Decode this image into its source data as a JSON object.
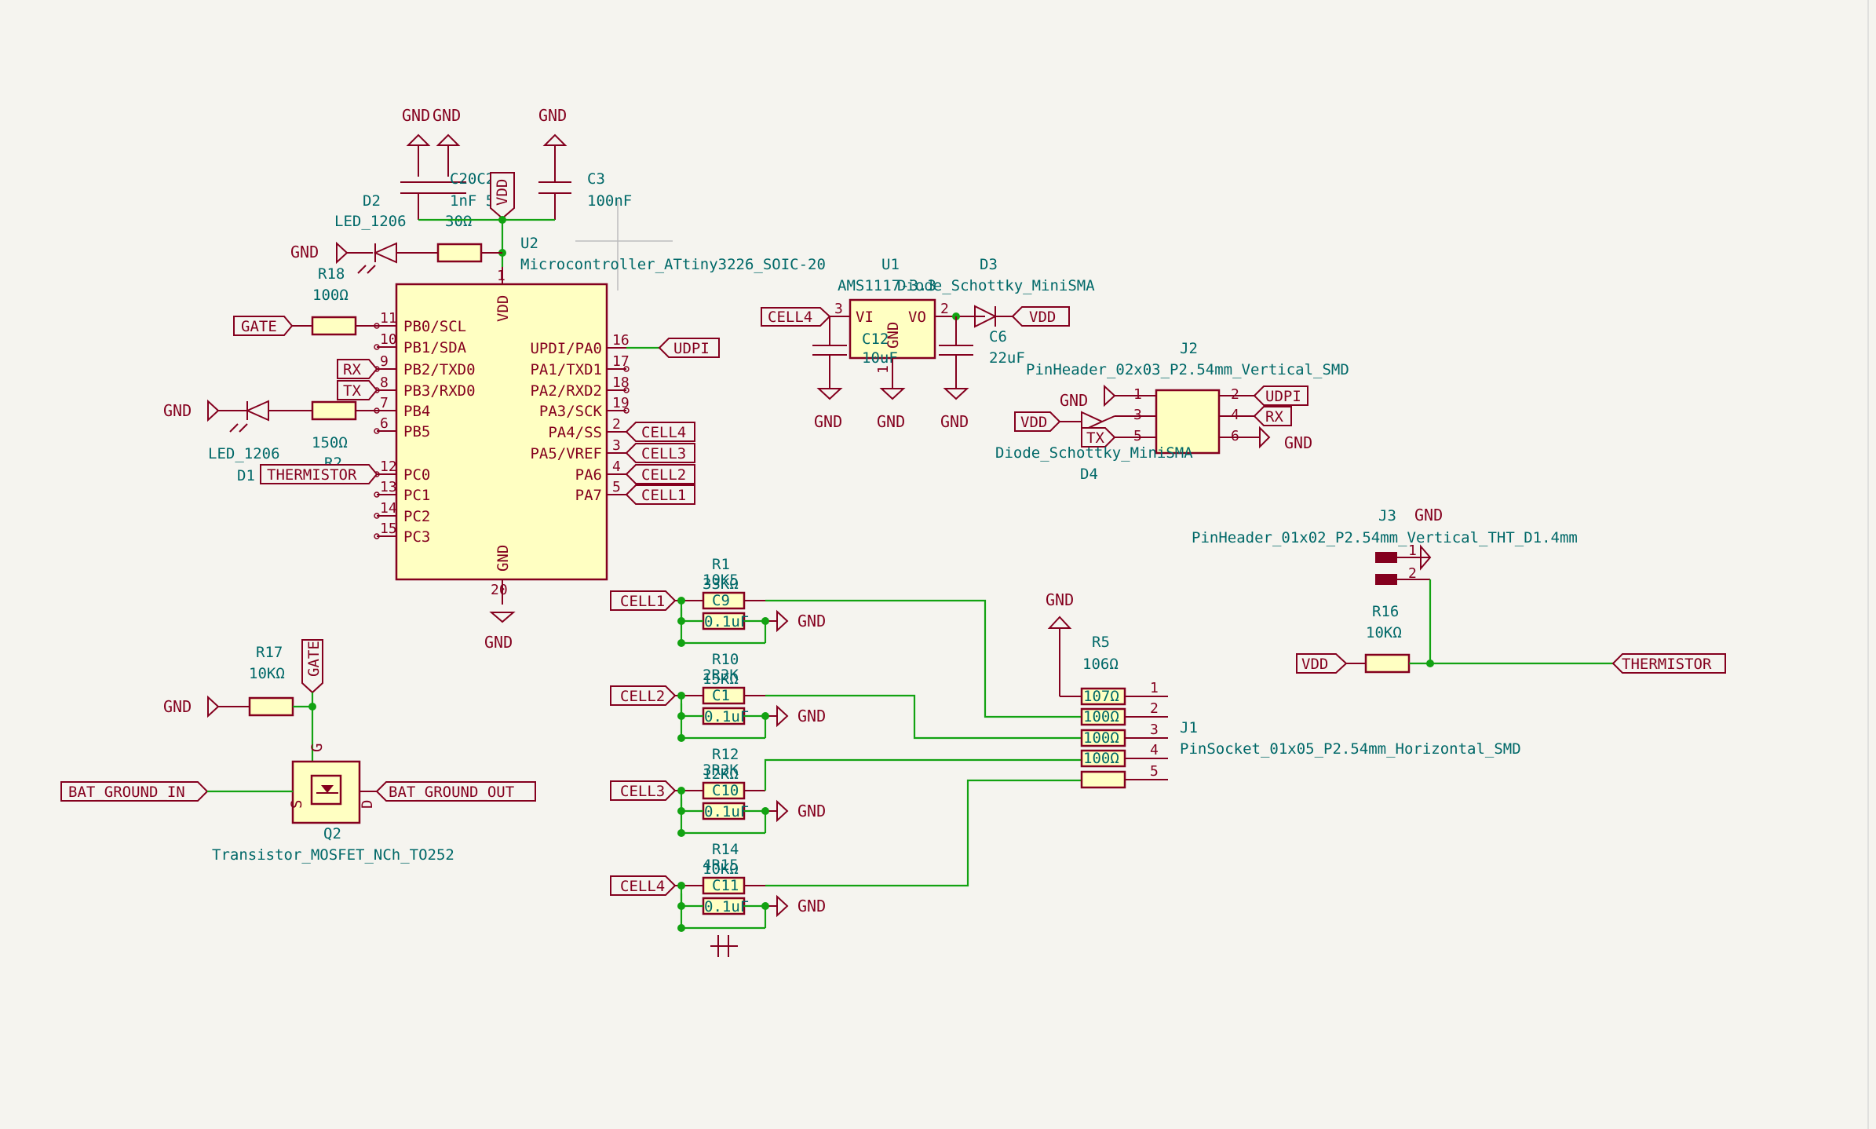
{
  "colors": {
    "background": "#f5f4ef",
    "wire": "#12a212",
    "symbol": "#84001e",
    "body_fill": "#ffffc2",
    "reference_text": "#006868"
  },
  "u2": {
    "ref": "U2",
    "value": "Microcontroller_ATtiny3226_SOIC-20",
    "vdd_label": "VDD",
    "gnd_label": "GND",
    "vdd_pin": "1",
    "gnd_pin": "20",
    "left_pins": [
      {
        "num": "11",
        "name": "PB0/SCL"
      },
      {
        "num": "10",
        "name": "PB1/SDA"
      },
      {
        "num": "9",
        "name": "PB2/TXD0"
      },
      {
        "num": "8",
        "name": "PB3/RXD0"
      },
      {
        "num": "7",
        "name": "PB4"
      },
      {
        "num": "6",
        "name": "PB5"
      },
      {
        "num": "12",
        "name": "PC0"
      },
      {
        "num": "13",
        "name": "PC1"
      },
      {
        "num": "14",
        "name": "PC2"
      },
      {
        "num": "15",
        "name": "PC3"
      }
    ],
    "right_pins": [
      {
        "num": "16",
        "name": "UPDI/PA0"
      },
      {
        "num": "17",
        "name": "PA1/TXD1"
      },
      {
        "num": "18",
        "name": "PA2/RXD2"
      },
      {
        "num": "19",
        "name": "PA3/SCK"
      },
      {
        "num": "2",
        "name": "PA4/SS"
      },
      {
        "num": "3",
        "name": "PA5/VREF"
      },
      {
        "num": "4",
        "name": "PA6"
      },
      {
        "num": "5",
        "name": "PA7"
      }
    ]
  },
  "top": {
    "gnd1": "GND",
    "gnd2": "GND",
    "gnd3": "GND",
    "c2_overlap": "C20C2",
    "val_overlap": "1nF 5nF",
    "val_overlap2": "30Ω",
    "c3_ref": "C3",
    "c3_value": "100nF",
    "vdd": "VDD",
    "d2_ref": "D2",
    "d2_value": "LED_1206",
    "gnd_led": "GND",
    "r18_ref": "R18",
    "r18_value": "100Ω"
  },
  "left": {
    "gate": "GATE",
    "rx": "RX",
    "tx": "TX",
    "gnd_led": "GND",
    "d1_value": "LED_1206",
    "r2_value": "150Ω",
    "r2_ref": "R2",
    "d1_ref": "D1",
    "thermistor": "THERMISTOR"
  },
  "udpi_label": "UDPI",
  "cells": [
    "CELL4",
    "CELL3",
    "CELL2",
    "CELL1"
  ],
  "u1": {
    "ref": "U1",
    "value": "AMS1117-3.3",
    "d3_ref": "D3",
    "d3_value": "Diode_Schottky_MiniSMA",
    "vi": "VI",
    "vo": "VO",
    "gnd_pin_name": "GND",
    "pin_vi": "3",
    "pin_vo": "2",
    "pin_gnd": "1",
    "cell4": "CELL4",
    "vdd": "VDD",
    "c12_ref": "C12",
    "c12_value": "10uF",
    "c6_ref": "C6",
    "c6_value": "22uF",
    "gnd1": "GND",
    "gnd2": "GND",
    "gnd3": "GND"
  },
  "j2": {
    "ref": "J2",
    "value": "PinHeader_02x03_P2.54mm_Vertical_SMD",
    "gnd": "GND",
    "vdd": "VDD",
    "tx": "TX",
    "udpi": "UDPI",
    "rx": "RX",
    "gnd_right": "GND",
    "d4_value": "Diode_Schottky_MiniSMA",
    "d4_ref": "D4",
    "pins_left": [
      "1",
      "3",
      "5"
    ],
    "pins_right": [
      "2",
      "4",
      "6"
    ]
  },
  "j3": {
    "ref": "J3",
    "gnd": "GND",
    "value": "PinHeader_01x02_P2.54mm_Vertical_THT_D1.4mm",
    "pin1": "1",
    "pin2": "2",
    "r16_ref": "R16",
    "r16_value": "10KΩ",
    "vdd": "VDD",
    "thermistor": "THERMISTOR"
  },
  "divider": {
    "rows": [
      {
        "cell": "CELL1",
        "r_top": "R1",
        "r_top2": "10K5",
        "r_val": "33KΩ",
        "c_ref": "C9",
        "c_val": "0.1uF",
        "gnd": "GND"
      },
      {
        "cell": "CELL2",
        "r_top": "R10",
        "r_top2": "2R3K",
        "r_val": "15KΩ",
        "c_ref": "C1",
        "c_val": "0.1uF",
        "gnd": "GND"
      },
      {
        "cell": "CELL3",
        "r_top": "R12",
        "r_top2": "3R3K",
        "r_val": "12KΩ",
        "c_ref": "C10",
        "c_val": "0.1uF",
        "gnd": "GND"
      },
      {
        "cell": "CELL4",
        "r_top": "R14",
        "r_top2": "4R15",
        "r_val": "10KΩ",
        "c_ref": "C11",
        "c_val": "0.1uF",
        "gnd": "GND"
      }
    ]
  },
  "j1": {
    "ref": "J1",
    "value": "PinSocket_01x05_P2.54mm_Horizontal_SMD",
    "gnd": "GND",
    "r5_ref": "R5",
    "r5_val": "106Ω",
    "pins": [
      "1",
      "2",
      "3",
      "4",
      "5"
    ],
    "res_vals": [
      "107Ω",
      "100Ω",
      "100Ω",
      "100Ω"
    ]
  },
  "q2": {
    "ref": "Q2",
    "value": "Transistor_MOSFET_NCh_TO252",
    "gate": "GATE",
    "r17_ref": "R17",
    "r17_value": "10KΩ",
    "gnd": "GND",
    "bat_in": "BAT_GROUND_IN",
    "bat_out": "BAT_GROUND_OUT",
    "pin_g": "G",
    "pin_s": "S",
    "pin_d": "D"
  }
}
